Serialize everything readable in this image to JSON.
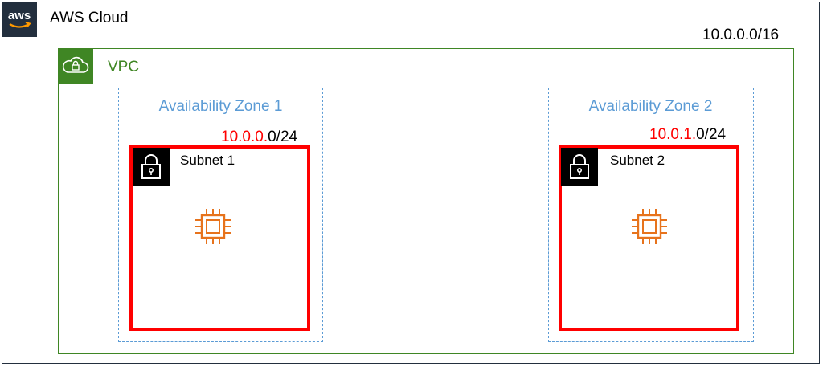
{
  "aws_cloud": {
    "label": "AWS Cloud",
    "logo_text": "aws",
    "border_color": "#232f3e"
  },
  "vpc": {
    "label": "VPC",
    "cidr": "10.0.0.0/16",
    "icon": "vpc-cloud-lock-icon",
    "color": "#3f8624"
  },
  "availability_zones": [
    {
      "label": "Availability Zone 1",
      "subnet": {
        "name": "Subnet 1",
        "cidr_highlight": "10.0.0.",
        "cidr_rest": "0/24",
        "icon": "lock-icon",
        "resource_icon": "ec2-instance-chip-icon"
      }
    },
    {
      "label": "Availability Zone 2",
      "subnet": {
        "name": "Subnet 2",
        "cidr_highlight": "10.0.1.",
        "cidr_rest": "0/24",
        "icon": "lock-icon",
        "resource_icon": "ec2-instance-chip-icon"
      }
    }
  ],
  "colors": {
    "az_border": "#5b9bd5",
    "subnet_border": "#ff0000",
    "cidr_highlight": "#ff0000",
    "ec2": "#e7731c"
  }
}
